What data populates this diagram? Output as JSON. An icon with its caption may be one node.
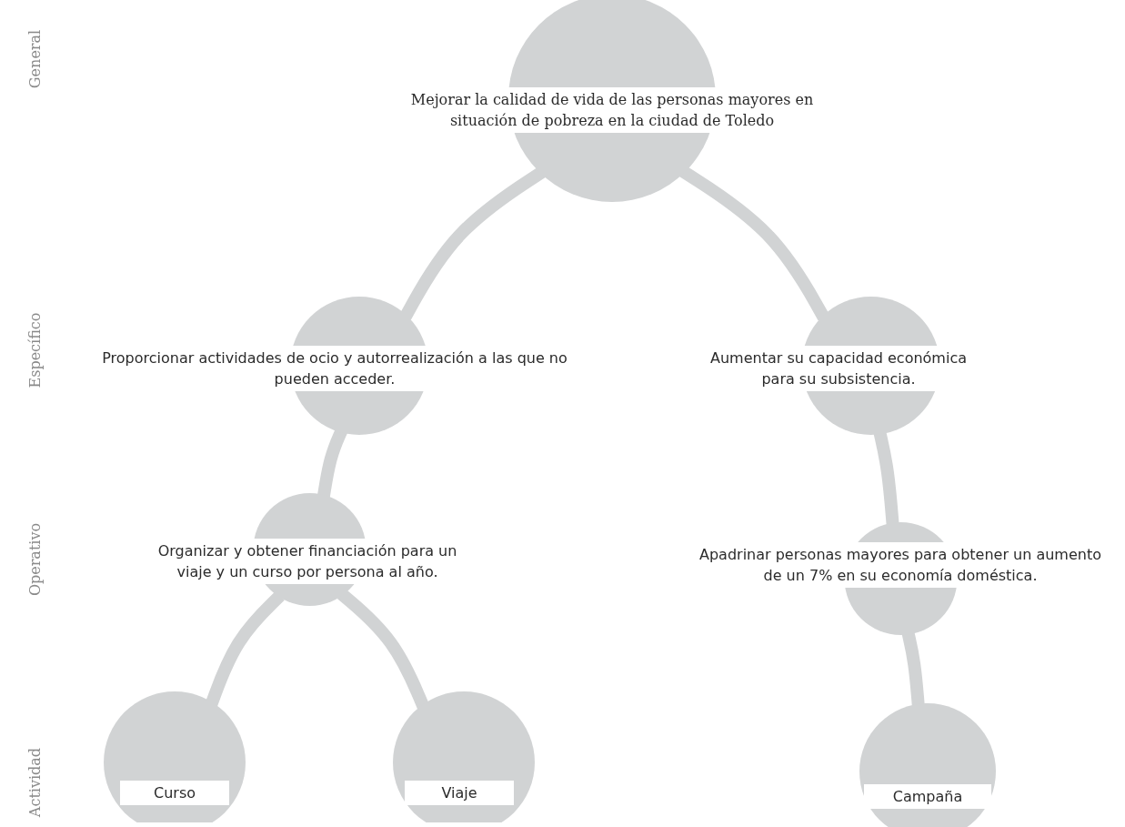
{
  "diagram": {
    "nodes": [
      {
        "text": [
          "Mejorar la calidad de vida de las personas mayores en situación de pobreza en la ciudad de Toledo"
        ]
      },
      {
        "text": [
          "Proporcionar actividades de ocio y autorrealización a las que no pueden acceder."
        ]
      },
      {
        "text": [
          "Aumentar su capacidad económica para su subsistencia."
        ]
      },
      {
        "text": [
          "Organizar y obtener financiación para un viaje y un curso por persona al año."
        ]
      },
      {
        "text": [
          "Apadrinar personas mayores para obtener un aumento de un 7% en su economía doméstica."
        ]
      },
      {
        "text": [
          "Curso"
        ]
      },
      {
        "text": [
          "Viaje"
        ]
      },
      {
        "text": [
          "Campaña"
        ]
      }
    ],
    "edges": [
      {
        "from": 0,
        "to": 1,
        "arrow": "none"
      },
      {
        "from": 0,
        "to": 2,
        "arrow": "none"
      },
      {
        "from": 1,
        "to": 3,
        "arrow": "none"
      },
      {
        "from": 2,
        "to": 4,
        "arrow": "none"
      },
      {
        "from": 3,
        "to": 5,
        "arrow": "none"
      },
      {
        "from": 3,
        "to": 6,
        "arrow": "none"
      },
      {
        "from": 4,
        "to": 7,
        "arrow": "none"
      }
    ],
    "labels": [
      "General",
      "Específico",
      "Operativo",
      "Actividad"
    ]
  }
}
